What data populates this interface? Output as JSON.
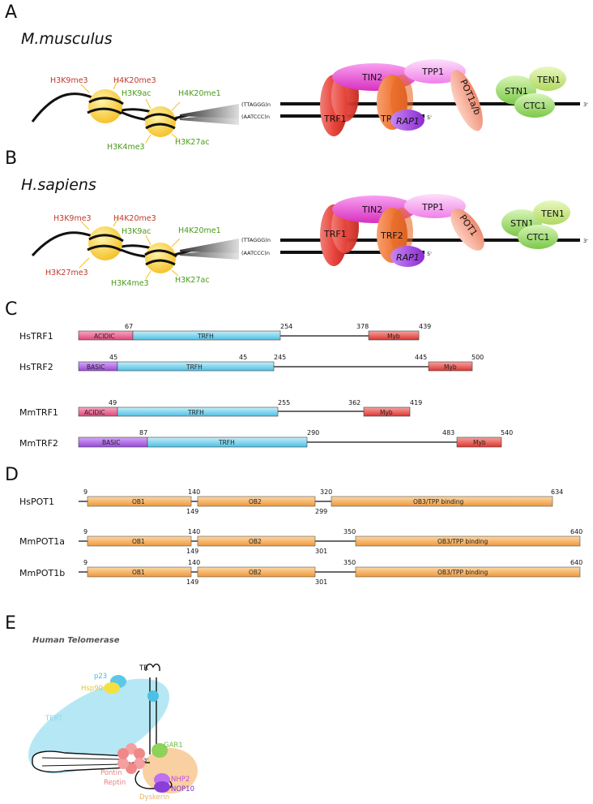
{
  "panels": {
    "A": {
      "letter": "A",
      "species": "M.musculus",
      "marks_top_left": [
        "H3K9me3",
        "H4K20me3"
      ],
      "marks_top_right": [
        "H3K9ac",
        "H4K20me1"
      ],
      "marks_bottom": [
        "H3K4me3",
        "H3K27ac"
      ],
      "strands": [
        "(TTAGGG)n",
        "(AATCCC)n"
      ],
      "proteins": [
        "TRF1",
        "TIN2",
        "TPP1",
        "POT1a/b",
        "TRF2",
        "RAP1",
        "STN1",
        "TEN1",
        "CTC1"
      ],
      "ends": [
        "3'",
        "5'"
      ]
    },
    "B": {
      "letter": "B",
      "species": "H.sapiens",
      "marks_top_left": [
        "H3K9me3",
        "H4K20me3"
      ],
      "marks_top_right": [
        "H3K9ac",
        "H4K20me1"
      ],
      "marks_bottom_left": "H3K27me3",
      "marks_bottom": [
        "H3K4me3",
        "H3K27ac"
      ],
      "strands": [
        "(TTAGGG)n",
        "(AATCCC)n"
      ],
      "proteins": [
        "TRF1",
        "TIN2",
        "TPP1",
        "POT1",
        "TRF2",
        "RAP1",
        "STN1",
        "TEN1",
        "CTC1"
      ],
      "ends": [
        "3'",
        "5'"
      ]
    },
    "C": {
      "letter": "C",
      "rows": [
        {
          "name": "HsTRF1",
          "n1": "67",
          "n2": "254",
          "n3": "378",
          "n4": "439",
          "d1": "ACIDIC",
          "d2": "TRFH",
          "d3": "Myb"
        },
        {
          "name": "HsTRF2",
          "n1": "45",
          "n2": "45",
          "n2b": "245",
          "n3": "445",
          "n4": "500",
          "d1": "BASIC",
          "d2": "TRFH",
          "d3": "Myb"
        },
        {
          "name": "MmTRF1",
          "n1": "49",
          "n2": "255",
          "n3": "362",
          "n4": "419",
          "d1": "ACIDIC",
          "d2": "TRFH",
          "d3": "Myb"
        },
        {
          "name": "MmTRF2",
          "n1": "87",
          "n2": "290",
          "n3": "483",
          "n4": "540",
          "d1": "BASIC",
          "d2": "TRFH",
          "d3": "Myb"
        }
      ]
    },
    "D": {
      "letter": "D",
      "rows": [
        {
          "name": "HsPOT1",
          "n_start": "9",
          "n_a": "140",
          "n_b": "149",
          "n_c": "299",
          "n_d": "320",
          "n_end": "634",
          "d1": "OB1",
          "d2": "OB2",
          "d3": "OB3/TPP binding"
        },
        {
          "name": "MmPOT1a",
          "n_start": "9",
          "n_a": "140",
          "n_b": "149",
          "n_c": "301",
          "n_d": "350",
          "n_end": "640",
          "d1": "OB1",
          "d2": "OB2",
          "d3": "OB3/TPP binding"
        },
        {
          "name": "MmPOT1b",
          "n_start": "9",
          "n_a": "140",
          "n_b": "149",
          "n_c": "301",
          "n_d": "350",
          "n_end": "640",
          "d1": "OB1",
          "d2": "OB2",
          "d3": "OB3/TPP binding"
        }
      ]
    },
    "E": {
      "letter": "E",
      "title": "Human Telomerase",
      "labels": {
        "p23": "p23",
        "hsp90": "Hsp90",
        "tr": "TR",
        "tert": "TERT",
        "gar1": "GAR1",
        "pontin": "Pontin",
        "reptin": "Reptin",
        "end3": "3'",
        "nhp2": "NHP2",
        "nop10": "NOP10",
        "dyskerin": "Dyskerin"
      }
    }
  },
  "colors": {
    "nucleosome": "#f6c830",
    "trf1": "#e8453c",
    "trf2": "#f07a3a",
    "tin2": "#e040c8",
    "tpp1": "#f080e8",
    "pot1": "#f3a08a",
    "rap1": "#a040e0",
    "cst": "#8ed25a",
    "acidic": "#e0457a",
    "basic": "#a050e0",
    "trfh": "#5cc8e8",
    "myb": "#e03c3c",
    "ob": "#f2a040",
    "tert": "#a8e4f2",
    "dyskerin": "#f8c890"
  }
}
